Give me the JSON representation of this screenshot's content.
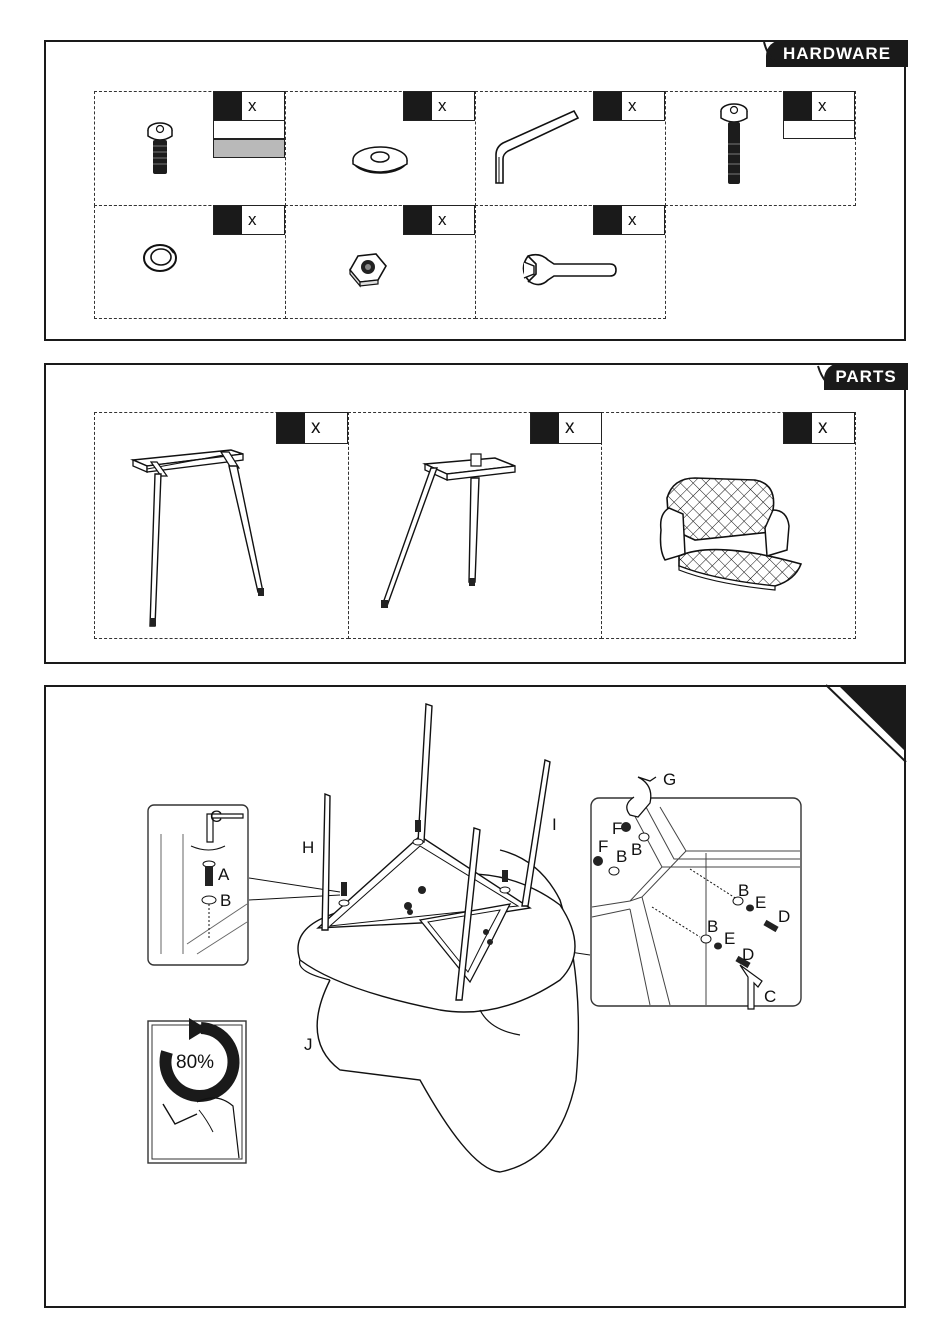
{
  "hardware": {
    "title": "HARDWARE",
    "items": [
      {
        "icon": "bolt-short-icon",
        "qty_symbol": "x"
      },
      {
        "icon": "washer-icon",
        "qty_symbol": "x"
      },
      {
        "icon": "allen-key-icon",
        "qty_symbol": "x"
      },
      {
        "icon": "bolt-long-icon",
        "qty_symbol": "x"
      },
      {
        "icon": "spring-washer-icon",
        "qty_symbol": "x"
      },
      {
        "icon": "hex-nut-icon",
        "qty_symbol": "x"
      },
      {
        "icon": "wrench-icon",
        "qty_symbol": "x"
      }
    ]
  },
  "parts": {
    "title": "PARTS",
    "items": [
      {
        "icon": "front-leg-frame-icon",
        "qty_symbol": "x"
      },
      {
        "icon": "rear-leg-frame-icon",
        "qty_symbol": "x"
      },
      {
        "icon": "chair-seat-icon",
        "qty_symbol": "x"
      }
    ]
  },
  "assembly": {
    "labels": {
      "left_c": "C",
      "left_a": "A",
      "left_b": "B",
      "h": "H",
      "i": "I",
      "j": "J",
      "r_g": "G",
      "r_f1": "F",
      "r_b1": "B",
      "r_f2": "F",
      "r_b2": "B",
      "r_b3": "B",
      "r_e1": "E",
      "r_d1": "D",
      "r_b4": "B",
      "r_e2": "E",
      "r_d2": "D",
      "r_c": "C"
    },
    "tighten_percent": "80%"
  }
}
